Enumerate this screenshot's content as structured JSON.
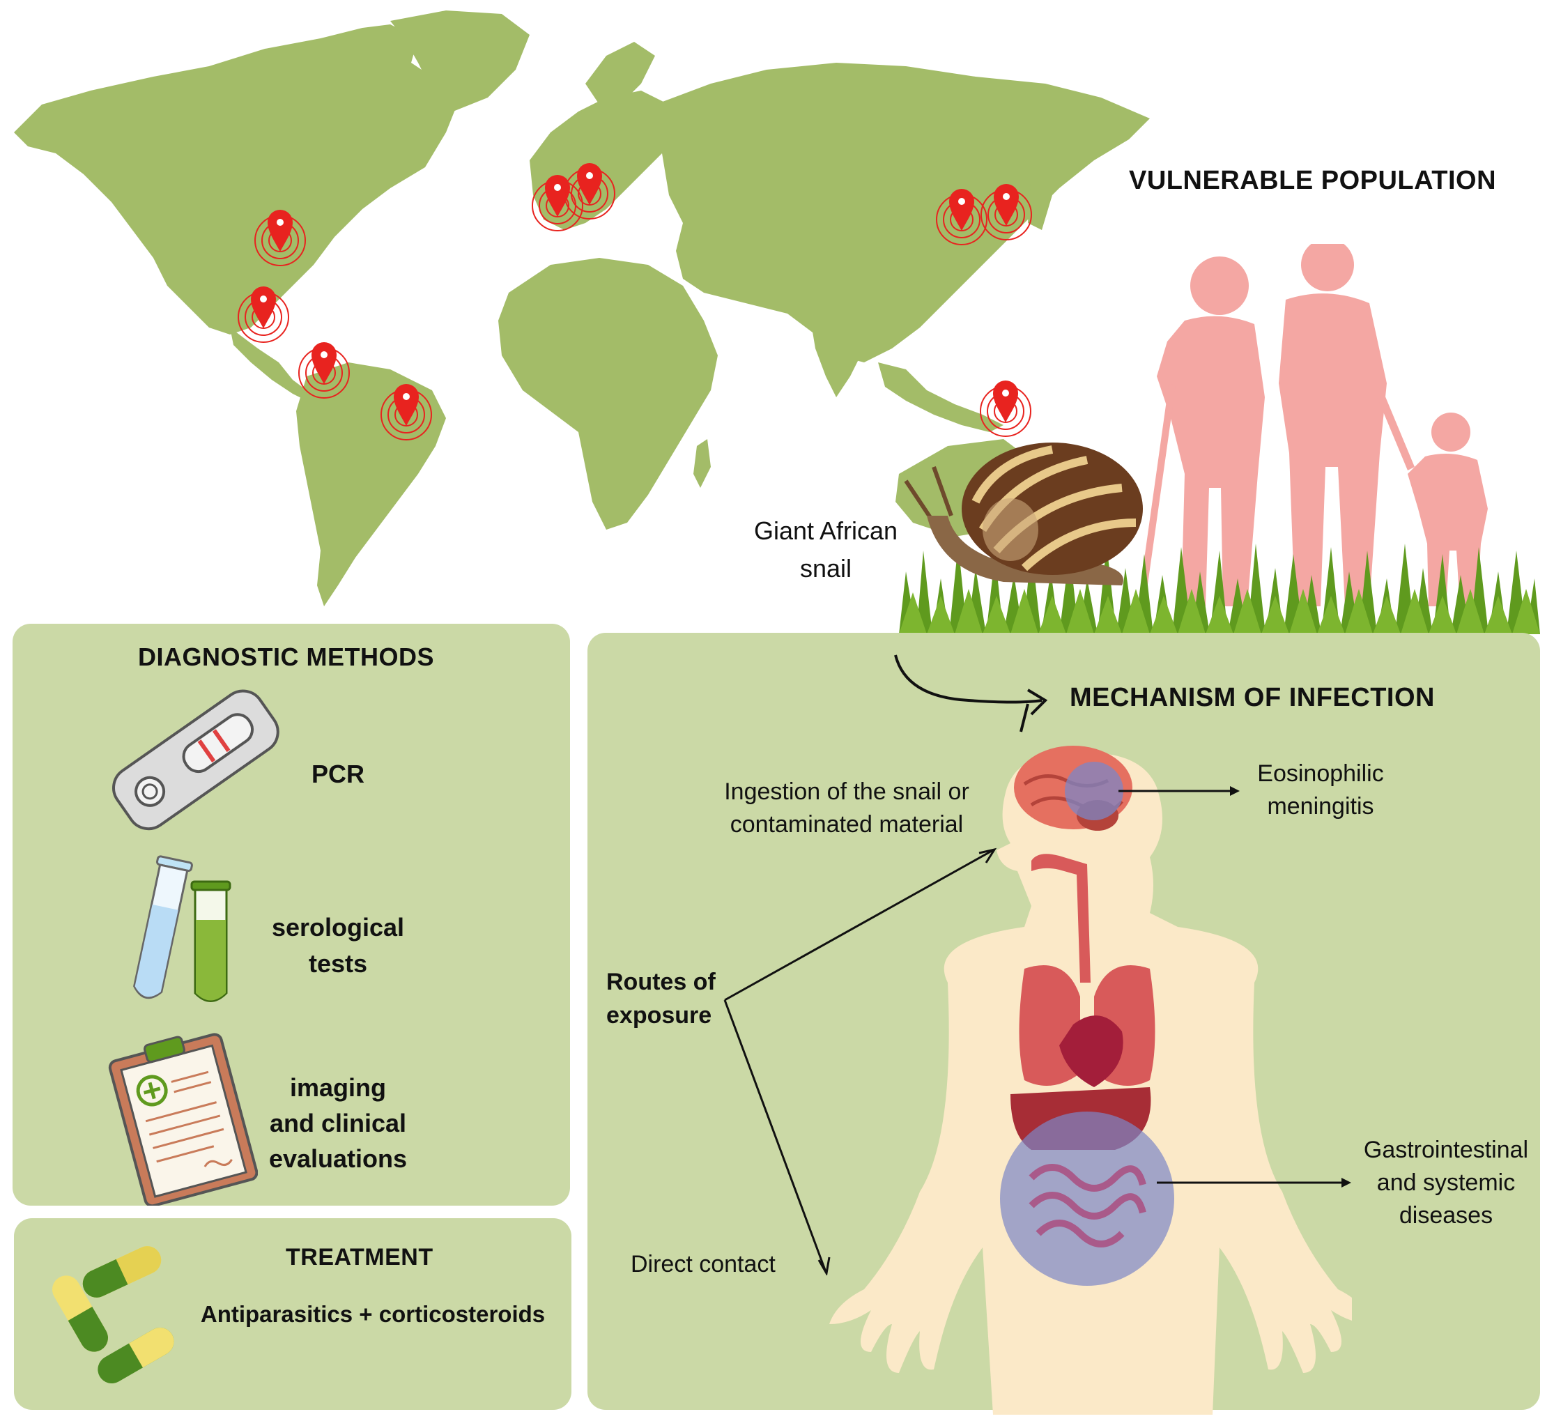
{
  "vulnerable_population": {
    "heading": "VULNERABLE POPULATION"
  },
  "snail": {
    "label_line1": "Giant African",
    "label_line2": "snail"
  },
  "diagnostic": {
    "heading": "DIAGNOSTIC METHODS",
    "pcr": "PCR",
    "serological_line1": "serological",
    "serological_line2": "tests",
    "imaging_line1": "imaging",
    "imaging_line2": "and clinical",
    "imaging_line3": "evaluations"
  },
  "treatment": {
    "heading": "TREATMENT",
    "text": "Antiparasitics + corticosteroids"
  },
  "mechanism": {
    "heading": "MECHANISM OF INFECTION",
    "ingestion_line1": "Ingestion of the snail or",
    "ingestion_line2": "contaminated material",
    "routes_line1": "Routes of",
    "routes_line2": "exposure",
    "direct_contact": "Direct contact",
    "eosinophilic_line1": "Eosinophilic",
    "eosinophilic_line2": "meningitis",
    "gi_line1": "Gastrointestinal",
    "gi_line2": "and systemic",
    "gi_line3": "diseases"
  },
  "colors": {
    "map_land": "#a3bc68",
    "panel": "#cbd9a6",
    "marker": "#e8231f",
    "silhouette": "#f4a7a3",
    "body": "#fbe9c8",
    "grass": "#5f9a1e"
  }
}
